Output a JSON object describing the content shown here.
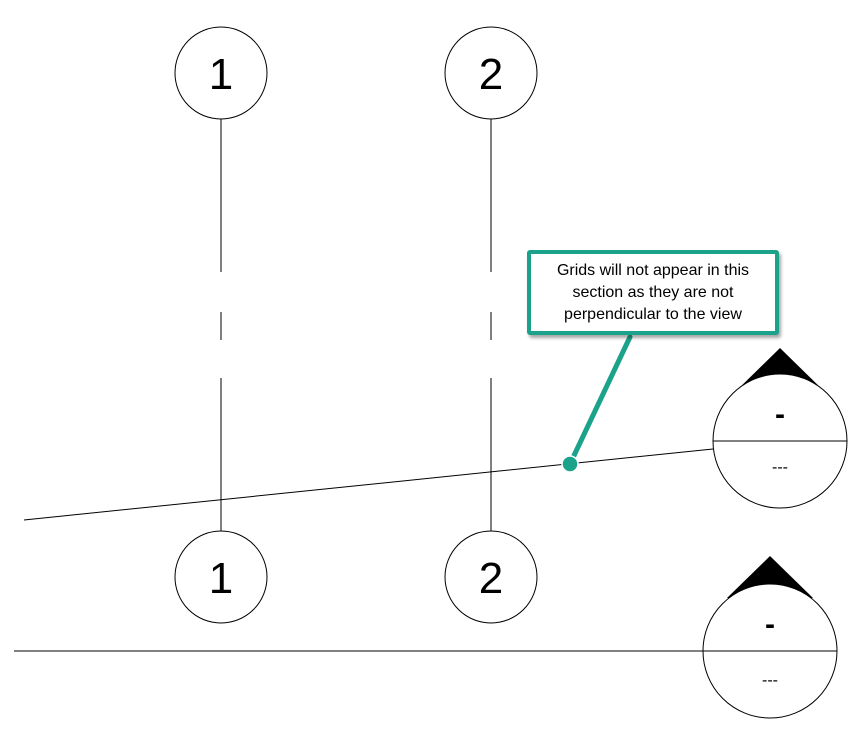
{
  "diagram": {
    "grids": [
      {
        "label": "1"
      },
      {
        "label": "2"
      }
    ],
    "section_markers": [
      {
        "number": "-",
        "sheet": "---"
      },
      {
        "number": "-",
        "sheet": "---"
      }
    ],
    "callout": {
      "text": "Grids will not appear in this section as they are not perpendicular to the view"
    },
    "colors": {
      "lines": "#000000",
      "callout_accent": "#1aa38a"
    }
  }
}
